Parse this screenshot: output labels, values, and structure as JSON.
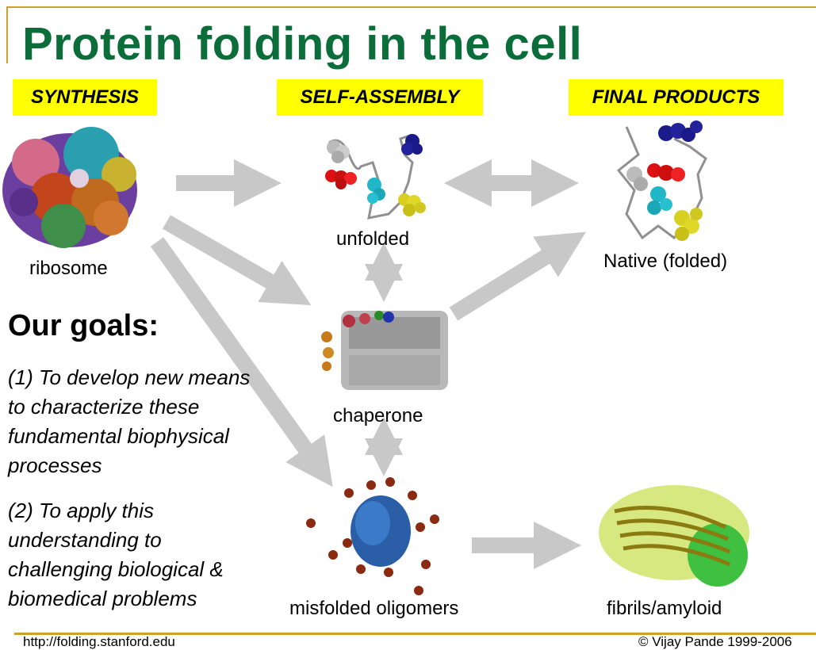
{
  "slide": {
    "title": "Protein folding in the cell",
    "phases": {
      "synthesis": "SYNTHESIS",
      "self_assembly": "SELF-ASSEMBLY",
      "final_products": "FINAL PRODUCTS"
    },
    "nodes": {
      "ribosome": "ribosome",
      "unfolded": "unfolded",
      "native": "Native (folded)",
      "chaperone": "chaperone",
      "misfolded": "misfolded oligomers",
      "fibrils": "fibrils/amyloid"
    },
    "goals": {
      "heading": "Our goals:",
      "goal1": "(1) To develop new means to characterize these fundamental biophysical processes",
      "goal2": "(2) To apply this understanding to challenging biological & biomedical problems"
    },
    "footer": {
      "url": "http://folding.stanford.edu",
      "copyright": "© Vijay Pande 1999-2006"
    },
    "colors": {
      "title": "#0b6e3a",
      "phase_highlight": "#ffff00",
      "rule": "#c9a227",
      "arrow": "#c8c8c8"
    }
  }
}
